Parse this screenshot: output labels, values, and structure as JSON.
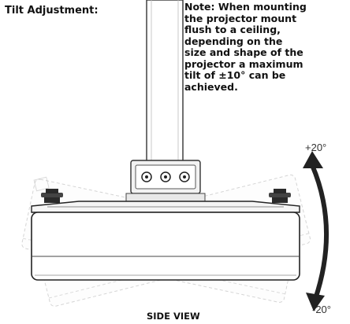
{
  "heading": "Tilt Adjustment:",
  "note_lines": [
    "Note: When mounting",
    "the projector mount",
    "flush to a ceiling,",
    "depending on the",
    "size and shape of the",
    "projector a maximum",
    "tilt of ±10° can be",
    "achieved."
  ],
  "angles": {
    "up": "+20°",
    "down": "-20°"
  },
  "caption": "SIDE VIEW"
}
